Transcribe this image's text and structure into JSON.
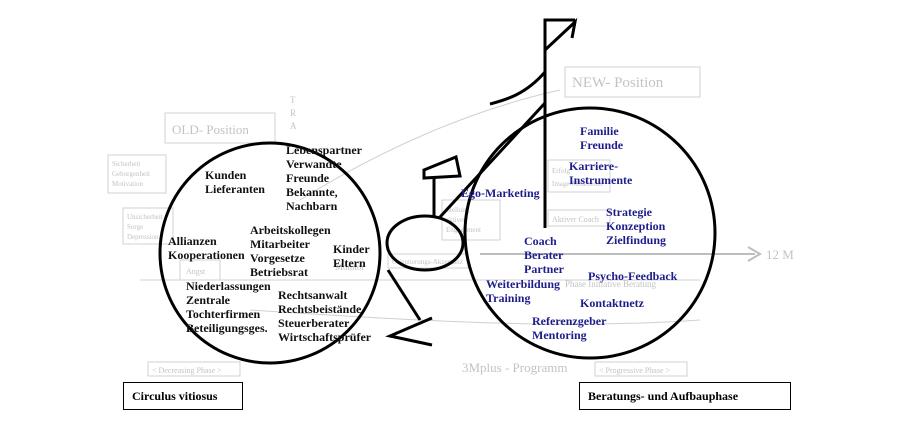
{
  "background": {
    "old_position": "OLD- Position",
    "new_position": "NEW- Position",
    "time_label": "12 M",
    "program_label": "3Mplus - Programm",
    "trend_letters": [
      "T",
      "R",
      "A"
    ],
    "box_left_1": [
      "Sicherheit",
      "Geborgenheit",
      "Motivation"
    ],
    "box_left_2": [
      "Unsicherheit",
      "Sorge",
      "Depression"
    ],
    "box_left_3": "Angst",
    "box_center_1": "Orientierungs-Akzeptanz",
    "box_center_2": [
      "Stellung",
      "aktiven",
      "Engagement"
    ],
    "box_right_1": [
      "Erfolg",
      "Image-Mitarbeiter"
    ],
    "box_right_2": "Aktiver Coach",
    "box_right_3": "Phase Initiative Beratung",
    "monitor_label": "Monitor",
    "decreasing_phase": "< Decreasing Phase >",
    "progressive_phase": "< Progressive Phase >"
  },
  "left_circle": {
    "groups": [
      "Lebenspartner\nVerwandte\nFreunde\nBekannte,\nNachbarn",
      "Kunden\nLieferanten",
      "Arbeitskollegen\nMitarbeiter\nVorgesetze\nBetriebsrat",
      "Allianzen\nKooperationen",
      "Kinder\nEltern",
      "Niederlassungen\nZentrale\nTochterfirmen\nBeteiligungsges.",
      "Rechtsanwalt\nRechtsbeistände\nSteuerberater\nWirtschaftsprüfer"
    ]
  },
  "right_circle": {
    "groups": [
      "Familie\nFreunde",
      "Karriere-\nInstrumente",
      "Ego-Marketing",
      "Strategie\nKonzeption\nZielfindung",
      "Coach\nBerater\nPartner",
      "Psycho-Feedback",
      "Weiterbildung\nTraining",
      "Kontaktnetz",
      "Referenzgeber\nMentoring"
    ]
  },
  "captions": {
    "left": "Circulus vitiosus",
    "right": "Beratungs- und Aufbauphase"
  },
  "colors": {
    "left_text": "#111111",
    "right_text": "#1e1e8a",
    "outline": "#000000",
    "faded": "#c3c3c3"
  }
}
